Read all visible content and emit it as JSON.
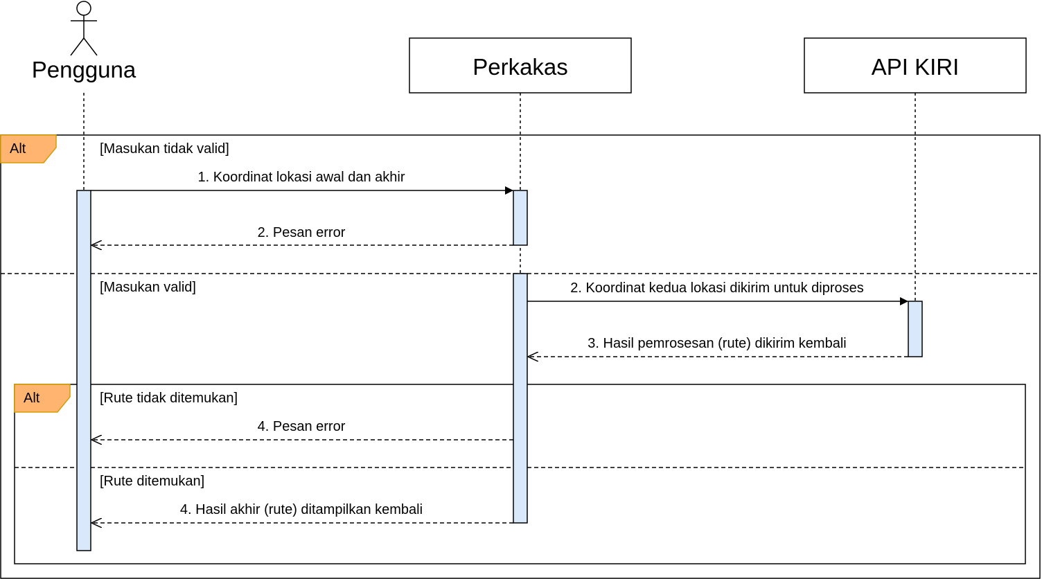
{
  "participants": {
    "actor": "Pengguna",
    "tool": "Perkakas",
    "api": "API KIRI"
  },
  "frames": {
    "outer": {
      "label": "Alt",
      "guard_1": "[Masukan tidak valid]",
      "guard_2": "[Masukan valid]"
    },
    "inner": {
      "label": "Alt",
      "guard_1": "[Rute tidak ditemukan]",
      "guard_2": "[Rute ditemukan]"
    }
  },
  "messages": {
    "m1": "1. Koordinat lokasi awal dan akhir",
    "m2": "2. Pesan error",
    "m3": "2. Koordinat kedua lokasi dikirim untuk diproses",
    "m4": "3. Hasil pemrosesan (rute) dikirim kembali",
    "m5": "4. Pesan error",
    "m6": "4. Hasil akhir (rute) ditampilkan kembali"
  },
  "colors": {
    "activation_fill": "#dae8fc",
    "frame_label_fill": "#ffb570",
    "frame_label_stroke": "#d79b00",
    "line": "#000000"
  }
}
